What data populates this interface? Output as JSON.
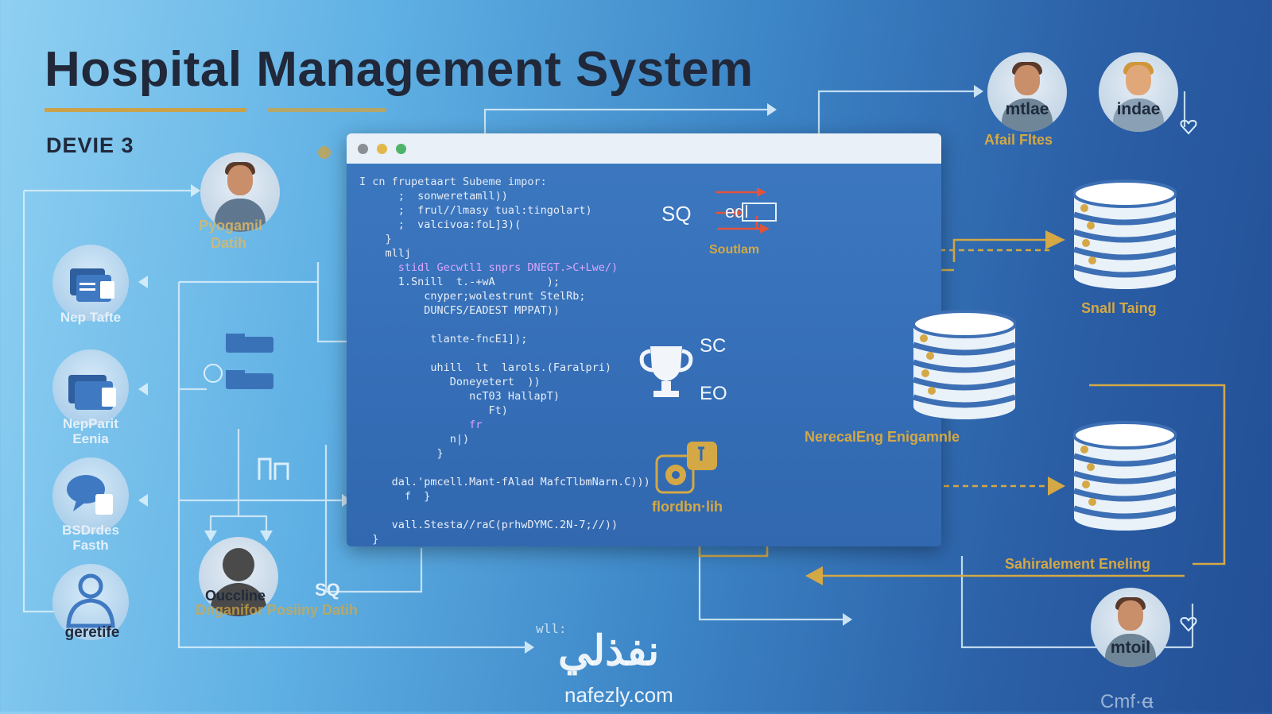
{
  "title": "Hospital Management System",
  "subtitle": "DEVIE 3",
  "people": {
    "top_left": {
      "label1": "Pyogamil",
      "label2": "Datih"
    },
    "top_right_a": {
      "inner": "mtlae",
      "label": "Afail Fltes"
    },
    "top_right_b": {
      "inner": "indae"
    },
    "bottom_mid": {
      "inner": "Ouccline",
      "label": "Dnganifor Posiiny Datih"
    },
    "bottom_left": {
      "label": "geretife"
    },
    "bottom_right": {
      "inner": "mtoil"
    }
  },
  "left_icons": [
    {
      "label": "Nep Tafte"
    },
    {
      "label1": "NepParit",
      "label2": "Eenia"
    },
    {
      "label1": "BSDrdes",
      "label2": "Fasth"
    }
  ],
  "window": {
    "sq_label": "SQ",
    "edl_label": "edl",
    "soutlam_label": "Soutlam",
    "sc_label": "SC",
    "eo_label": "EO",
    "flow_label": "flordbn·lih",
    "code_lines": [
      "I cn frupetaart Subeme impor:",
      "      ;  sonweretamll))",
      "      ;  frul//lmasy tual:tingolart)",
      "      ;  valcivoa:foL]3)(",
      "    }",
      "    mllj",
      "      stidl Gecwtl1 snprs DNEGT.>C+Lwe/)",
      "      1.Snill  t.-+wA        );",
      "          cnyper;wolestrunt StelRb;",
      "          DUNCFS/EADEST MPPAT))",
      "",
      "           tlante-fncE1]);",
      "",
      "           uhill  lt  larols.(Faralpri)",
      "              Doneyetert  ))",
      "                 ncT03 HallapT)",
      "                    Ft)",
      "                 fr",
      "              n|)",
      "            }",
      "",
      "     dal.'pmcell.Mant-fAlad MafcTlbmNarn.C)))",
      "       f  }",
      "",
      "     vall.Stesta//raC(prhwDYMC.2N-7;//))",
      "  }"
    ]
  },
  "databases": {
    "top": {
      "label": "Snall Taing"
    },
    "middle": {
      "label": "NerecalEng Enigamnle"
    },
    "bottom": {
      "label": "Sahiralement Eneling"
    }
  },
  "misc": {
    "sq_small": "SQ",
    "wll": "wll:",
    "cmf": "Cmf·ꬰ"
  },
  "watermark": {
    "arabic": "نفذلي",
    "latin": "nafezly.com"
  },
  "colors": {
    "gold": "#d4a845",
    "arrow_light": "#dbeefa",
    "db_stripe": "#3d6fb4"
  }
}
